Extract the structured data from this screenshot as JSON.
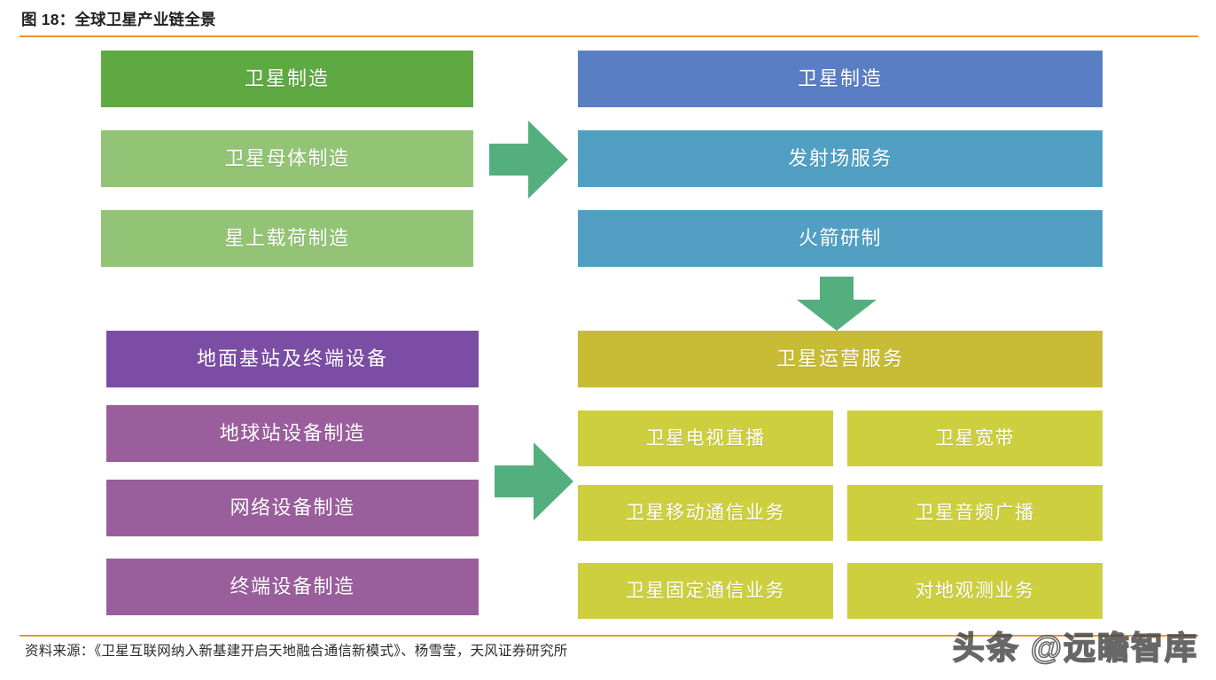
{
  "header": {
    "title": "图 18：全球卫星产业链全景",
    "rule_color": "#E8962E"
  },
  "footer": {
    "source": "资料来源：《卫星互联网纳入新基建开启天地融合通信新模式》、杨雪莹，天风证券研究所",
    "watermark": "头条 @远瞻智库"
  },
  "palette": {
    "green_dark": "#5FA943",
    "green_light": "#93C476",
    "purple_dark": "#7C4DA4",
    "purple_light": "#9B5E9C",
    "blue_dark": "#5A7EC4",
    "blue_light": "#51A0C4",
    "olive_dark": "#C8BB36",
    "olive_light": "#CDCF3E",
    "arrow_green": "#54AF7F"
  },
  "diagram": {
    "type": "flow",
    "groups": {
      "satellite_manufacturing": {
        "head": "卫星制造",
        "items": [
          "卫星母体制造",
          "星上载荷制造"
        ]
      },
      "ground_stations": {
        "head": "地面基站及终端设备",
        "items": [
          "地球站设备制造",
          "网络设备制造",
          "终端设备制造"
        ]
      },
      "launch_services": {
        "head": "卫星制造",
        "items": [
          "发射场服务",
          "火箭研制"
        ]
      },
      "satellite_operations": {
        "head": "卫星运营服务",
        "items": [
          "卫星电视直播",
          "卫星宽带",
          "卫星移动通信业务",
          "卫星音频广播",
          "卫星固定通信业务",
          "对地观测业务"
        ]
      }
    },
    "arrows": [
      {
        "name": "arrow-manufacturing-to-launch",
        "direction": "right"
      },
      {
        "name": "arrow-launch-to-operations",
        "direction": "down"
      },
      {
        "name": "arrow-ground-to-operations",
        "direction": "right"
      }
    ]
  }
}
